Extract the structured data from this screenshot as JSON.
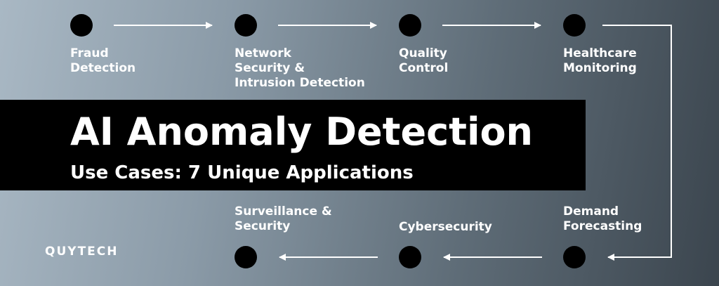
{
  "title": "AI Anomaly Detection",
  "subtitle": "Use Cases: 7 Unique Applications",
  "logo": "QUYTECH",
  "colors": {
    "node": "#000000",
    "banner": "#000000",
    "text": "#ffffff",
    "connector": "#ffffff"
  },
  "nodes": [
    {
      "label": "Fraud\nDetection"
    },
    {
      "label": "Network\nSecurity &\nIntrusion Detection"
    },
    {
      "label": "Quality\nControl"
    },
    {
      "label": "Healthcare\nMonitoring"
    },
    {
      "label": "Demand\nForecasting"
    },
    {
      "label": "Cybersecurity"
    },
    {
      "label": "Surveillance &\nSecurity"
    }
  ]
}
